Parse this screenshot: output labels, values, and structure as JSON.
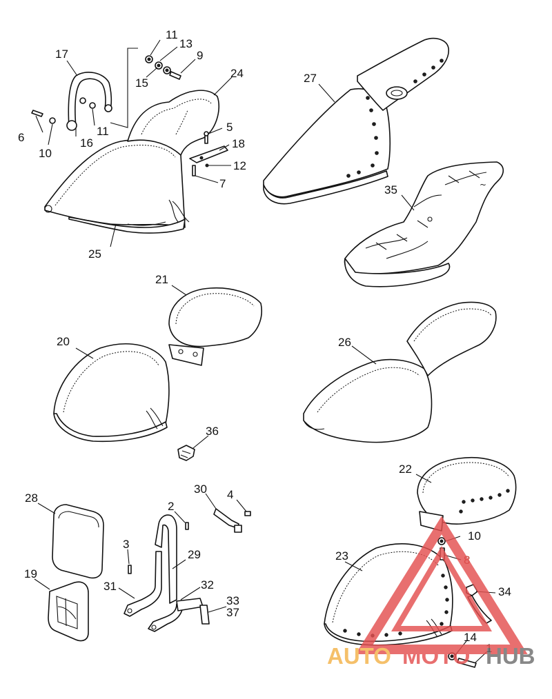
{
  "diagram": {
    "callouts": {
      "c1": "1",
      "c2": "2",
      "c3": "3",
      "c4": "4",
      "c5": "5",
      "c6": "6",
      "c7": "7",
      "c8": "8",
      "c9": "9",
      "c10a": "10",
      "c10b": "10",
      "c11a": "11",
      "c11b": "11",
      "c12": "12",
      "c13": "13",
      "c14": "14",
      "c15": "15",
      "c16": "16",
      "c17": "17",
      "c18": "18",
      "c19": "19",
      "c20": "20",
      "c21": "21",
      "c22": "22",
      "c23": "23",
      "c24": "24",
      "c25": "25",
      "c26": "26",
      "c27": "27",
      "c28": "28",
      "c29": "29",
      "c30": "30",
      "c31": "31",
      "c32": "32",
      "c33": "33",
      "c34": "34",
      "c35": "35",
      "c36": "36",
      "c37": "37"
    },
    "highlight_color": "#c0392b"
  },
  "watermark": {
    "word_auto": "AUTO",
    "word_moto": "MOTO",
    "word_hub": "HUB",
    "colors": {
      "orange": "#f3b34a",
      "red": "#e45050",
      "gray": "#6e6e6e"
    }
  }
}
